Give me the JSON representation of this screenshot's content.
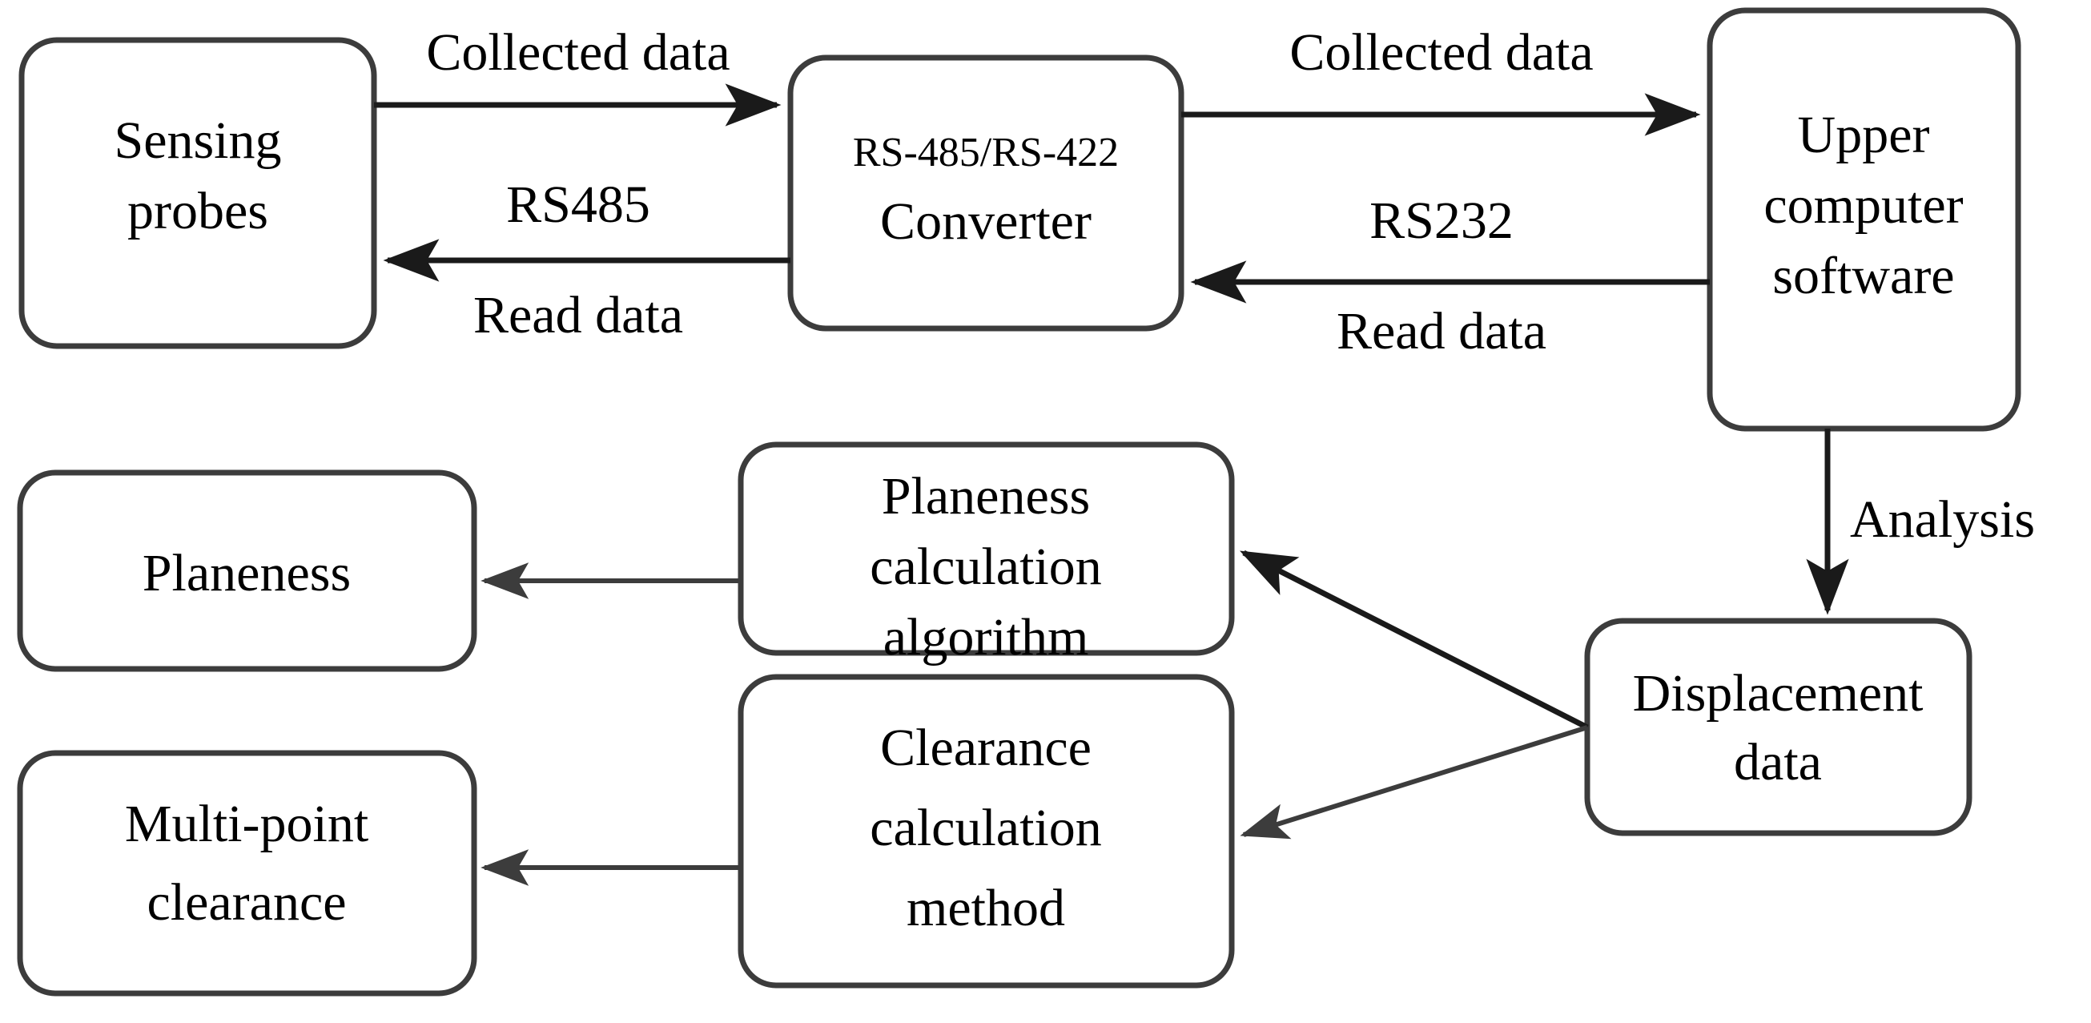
{
  "diagram": {
    "type": "block-flow-diagram",
    "background_color": "#ffffff",
    "box_stroke_color": "#3c3c3c",
    "arrow_color": "#1a1a1a",
    "text_color": "#000000",
    "nodes": {
      "sensing_probes": {
        "line1": "Sensing",
        "line2": "probes"
      },
      "converter": {
        "line1": "RS-485/RS-422",
        "line2": "Converter"
      },
      "upper_computer": {
        "line1": "Upper",
        "line2": "computer",
        "line3": "software"
      },
      "displacement_data": {
        "line1": "Displacement",
        "line2": "data"
      },
      "planeness_algorithm": {
        "line1": "Planeness",
        "line2": "calculation",
        "line3": "algorithm"
      },
      "clearance_method": {
        "line1": "Clearance",
        "line2": "calculation",
        "line3": "method"
      },
      "planeness_result": {
        "line1": "Planeness"
      },
      "multipoint_clearance": {
        "line1": "Multi-point",
        "line2": "clearance"
      }
    },
    "edges": {
      "probes_to_converter": {
        "label": "Collected data"
      },
      "converter_to_probes_top": {
        "label": "RS485"
      },
      "converter_to_probes_bottom": {
        "label": "Read data"
      },
      "converter_to_upper": {
        "label": "Collected data"
      },
      "upper_to_converter_top": {
        "label": "RS232"
      },
      "upper_to_converter_bottom": {
        "label": "Read data"
      },
      "upper_to_displacement": {
        "label": "Analysis"
      },
      "displacement_to_planeness_algorithm": {
        "label": ""
      },
      "displacement_to_clearance_method": {
        "label": ""
      },
      "planeness_algorithm_to_result": {
        "label": ""
      },
      "clearance_method_to_multipoint": {
        "label": ""
      }
    }
  }
}
